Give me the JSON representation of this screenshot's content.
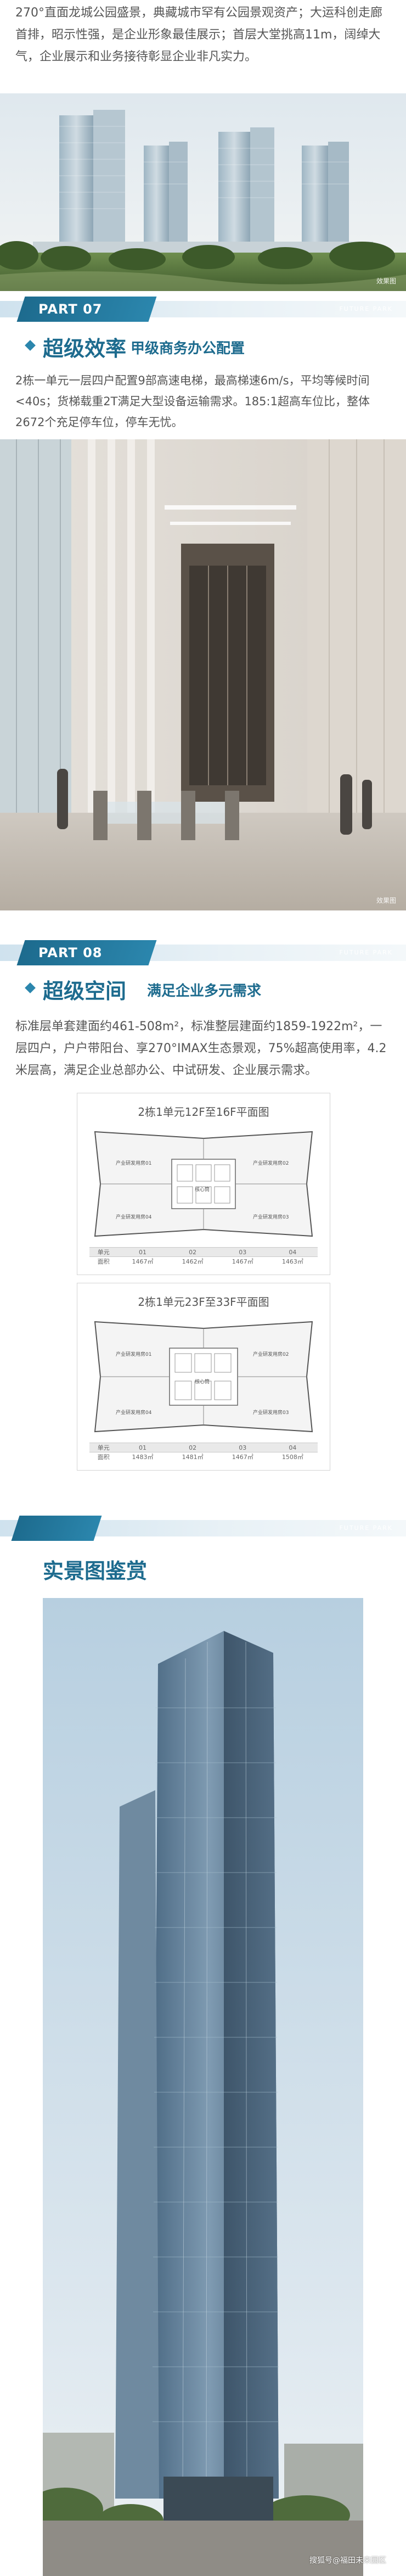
{
  "intro": {
    "text": "270°直面龙城公园盛景，典藏城市罕有公园景观资产；大运科创走廊首排，昭示性强，是企业形象最佳展示；首层大堂挑高11m，阔绰大气，企业展示和业务接待彰显企业非凡实力。"
  },
  "photo1": {
    "caption": "效果图"
  },
  "part07": {
    "label": "PART 07",
    "tagline": "FUTURE PARK",
    "title": "超级效率",
    "subtitle": "甲级商务办公配置",
    "text": "2栋一单元一层四户配置9部高速电梯，最高梯速6m/s，平均等候时间<40s；货梯载重2T满足大型设备运输需求。185:1超高车位比，整体2672个充足停车位，停车无忧。"
  },
  "photo2": {
    "caption": "效果图"
  },
  "part08": {
    "label": "PART 08",
    "tagline": "FUTURE PARK",
    "title": "超级空间",
    "subtitle": "满足企业多元需求",
    "text": "标准层单套建面约461-508m²，标准整层建面约1859-1922m²，一层四户，户户带阳台、享270°IMAX生态景观，75%超高使用率，4.2米层高，满足企业总部办公、中试研发、企业展示需求。"
  },
  "plan1": {
    "title": "2栋1单元12F至16F平面图",
    "rooms": [
      "产业研发用房01",
      "产业研发用房02",
      "产业研发用房03",
      "产业研发用房04"
    ],
    "core": "核心筒",
    "table_head": [
      "单元",
      "01",
      "02",
      "03",
      "04"
    ],
    "table_row": [
      "面积",
      "1467㎡",
      "1462㎡",
      "1467㎡",
      "1463㎡"
    ]
  },
  "plan2": {
    "title": "2栋1单元23F至33F平面图",
    "rooms": [
      "产业研发用房01",
      "产业研发用房02",
      "产业研发用房03",
      "产业研发用房04"
    ],
    "core": "核心筒",
    "table_head": [
      "单元",
      "01",
      "02",
      "03",
      "04"
    ],
    "table_row": [
      "面积",
      "1483㎡",
      "1481㎡",
      "1467㎡",
      "1508㎡"
    ]
  },
  "gallery": {
    "tagline": "FUTURE PARK",
    "title": "实景图鉴赏"
  },
  "watermark": "搜狐号@福田未来园区"
}
